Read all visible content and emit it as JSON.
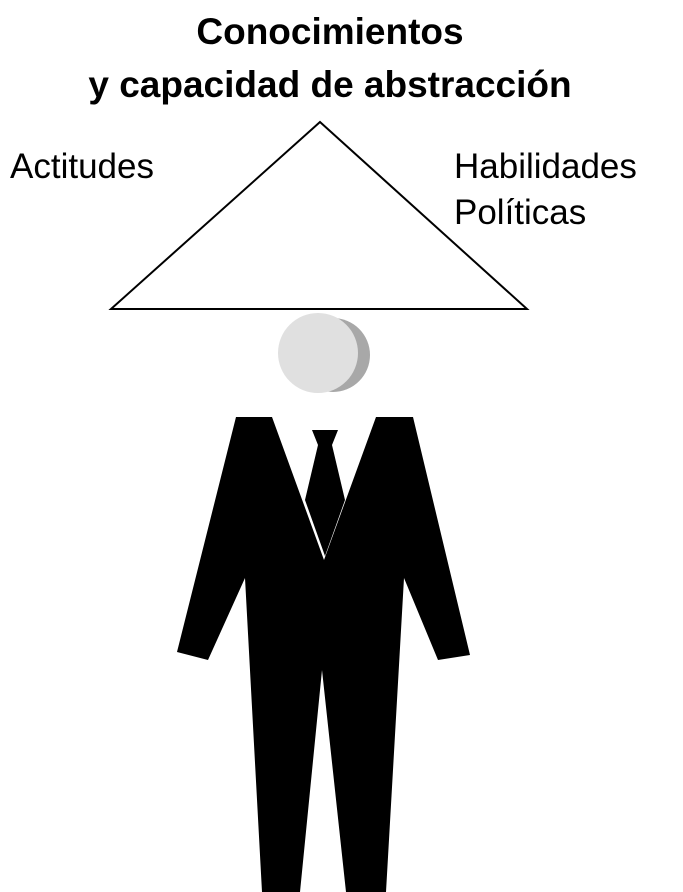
{
  "diagram": {
    "title_line_1": "Conocimientos",
    "title_line_2": "y capacidad de abstracción",
    "left_label": "Actitudes",
    "right_label_1": "Habilidades",
    "right_label_2": "Políticas"
  },
  "colors": {
    "background": "#ffffff",
    "suit": "#000000",
    "head": "#e0e0e0",
    "head_shadow": "#a8a8a8",
    "shirt": "#ffffff",
    "triangle_stroke": "#000000"
  }
}
